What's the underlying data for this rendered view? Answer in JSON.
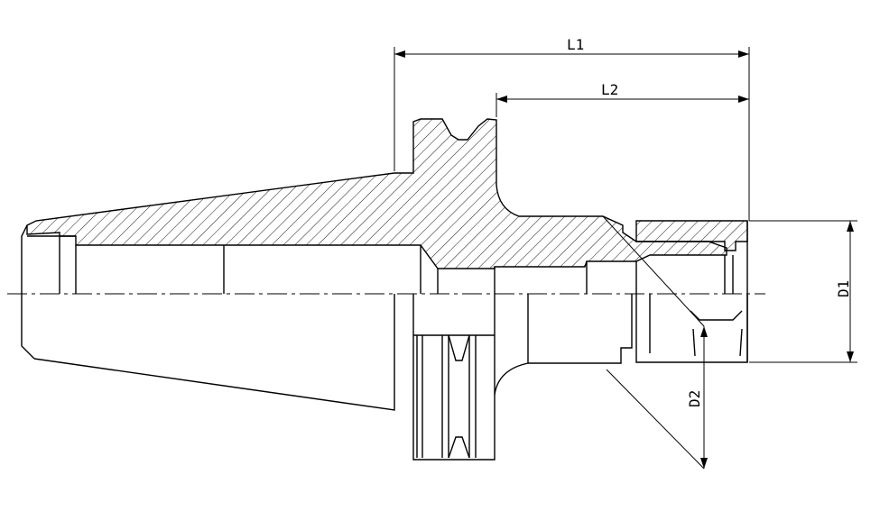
{
  "drawing": {
    "labels": {
      "l1": "L1",
      "l2": "L2",
      "d1": "D1",
      "d2": "D2"
    },
    "colors": {
      "line": "#000000",
      "background": "#ffffff"
    }
  }
}
